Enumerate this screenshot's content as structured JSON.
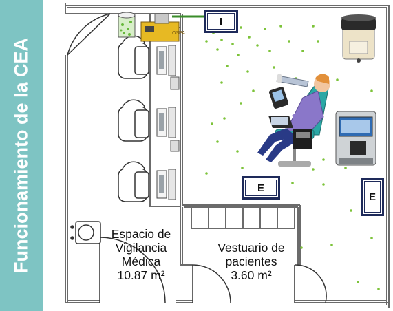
{
  "side_title": "Funcionamiento de la CEA",
  "rooms": {
    "medical": {
      "line1": "Espacio de",
      "line2": "Vigilancia",
      "line3": "Médica",
      "area": "10.87 m²"
    },
    "locker": {
      "line1": "Vestuario de",
      "line2": "pacientes",
      "area": "3.60 m²"
    }
  },
  "markers": {
    "inlet": "I",
    "exhaust_center": "E",
    "exhaust_right": "E"
  },
  "device_text": "OSPA",
  "colors": {
    "band": "#7ec4c3",
    "wall": "#6b6b6b",
    "particle": "#7dc33a",
    "marker_border": "#1e2a5a"
  }
}
